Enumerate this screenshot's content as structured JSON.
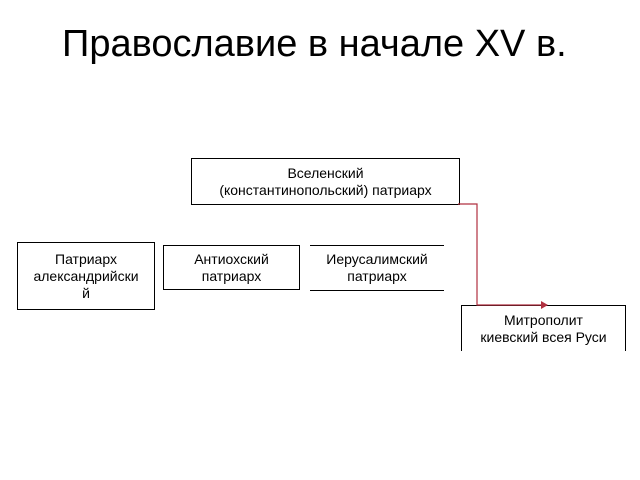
{
  "title": "Православие в начале XV в.",
  "boxes": {
    "ecumenical": {
      "line1": "Вселенский",
      "line2": "(константинопольский) патриарх"
    },
    "alexandria": {
      "line1": "Патриарх",
      "line2": "александрийски",
      "line3": "й"
    },
    "antioch": {
      "line1": "Антиохский",
      "line2": "патриарх"
    },
    "jerusalem": {
      "line1": "Иерусалимский",
      "line2": "патриарх"
    },
    "kiev": {
      "line1": "Митрополит",
      "line2": "киевский всея Руси"
    }
  },
  "colors": {
    "connector": "#b03040"
  }
}
